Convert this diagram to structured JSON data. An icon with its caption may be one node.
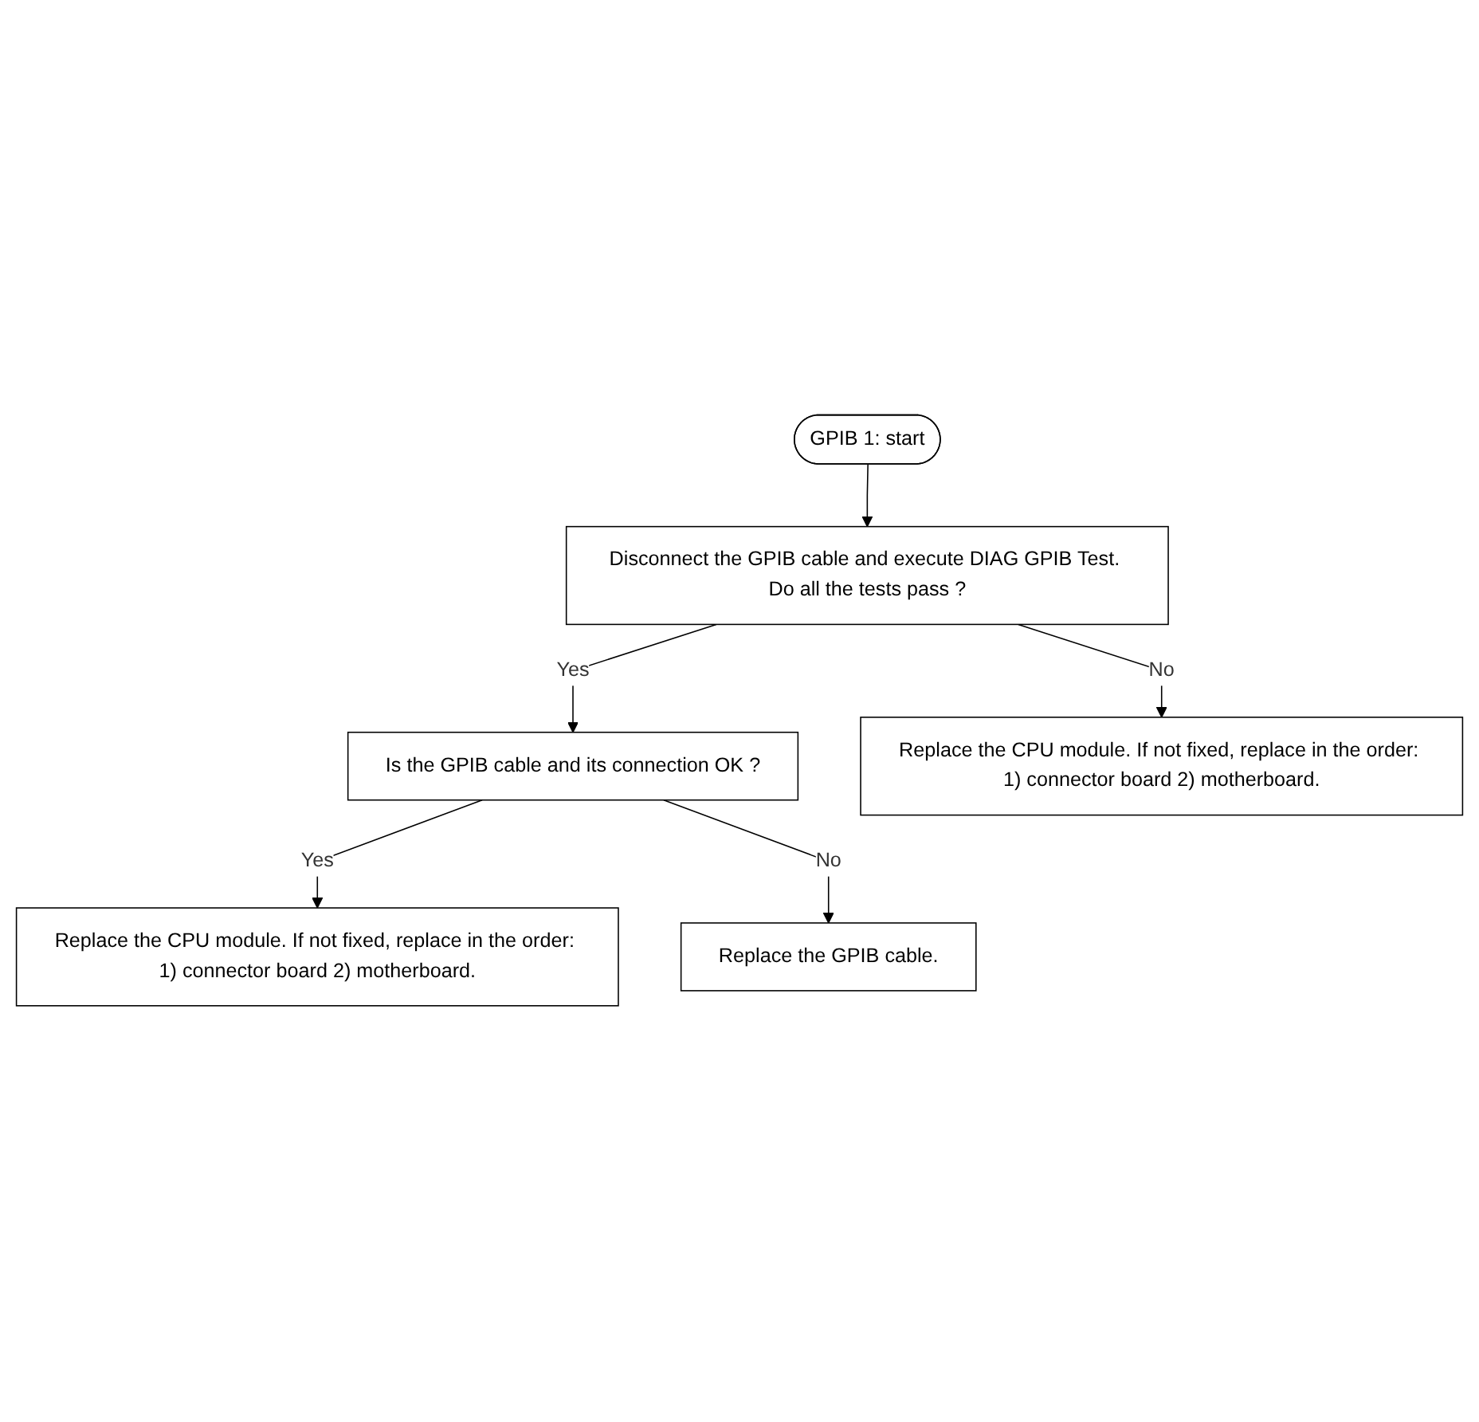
{
  "diagram": {
    "nodes": [
      {
        "text": [
          "GPIB 1: start"
        ]
      },
      {
        "text": [
          "Disconnect the GPIB cable and execute DIAG GPIB Test. Do all the tests pass ?"
        ]
      },
      {
        "text": [
          "Is the GPIB cable and its connection OK ?"
        ]
      },
      {
        "text": [
          "Replace the CPU module. If not fixed, replace in the order: 1) connector board 2) motherboard."
        ]
      },
      {
        "text": [
          "Replace the GPIB cable."
        ]
      },
      {
        "text": [
          "Replace the CPU module. If not fixed, replace in the order: 1) connector board 2) motherboard."
        ]
      }
    ],
    "edges": [
      {
        "from": 0,
        "to": 1,
        "arrow": "to"
      },
      {
        "from": 1,
        "to": 2,
        "arrow": "to",
        "label": "Yes"
      },
      {
        "from": 2,
        "to": 3,
        "arrow": "to",
        "label": "Yes"
      },
      {
        "from": 2,
        "to": 4,
        "arrow": "to",
        "label": "No"
      },
      {
        "from": 1,
        "to": 5,
        "arrow": "to",
        "label": "No"
      }
    ]
  }
}
